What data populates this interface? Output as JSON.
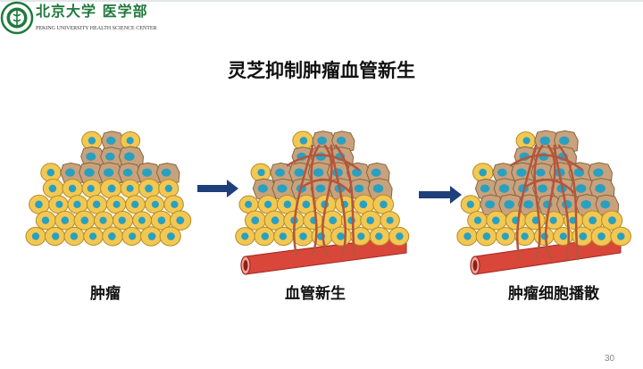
{
  "logo": {
    "name_cn": "北京大学 医学部",
    "name_en": "PEKING UNIVERSITY HEALTH SCIENCE CENTER"
  },
  "slide": {
    "title": "灵芝抑制肿瘤血管新生",
    "stages": [
      {
        "label": "肿瘤"
      },
      {
        "label": "血管新生"
      },
      {
        "label": "肿瘤细胞播散"
      }
    ],
    "page_number": "30"
  },
  "colors": {
    "cell_fill": "#f2c853",
    "cell_stroke": "#b68a26",
    "nucleus": "#2aa0c0",
    "tumor_cell": "#c8a27c",
    "vessel": "#d9473a",
    "arrow": "#1f3f7a",
    "logo_green": "#1f7a3c"
  }
}
